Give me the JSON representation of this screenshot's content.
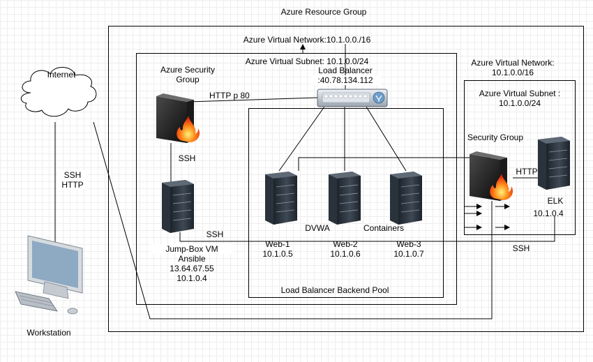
{
  "resource_group": {
    "title": "Azure Resource Group"
  },
  "vnet_main": {
    "title": "Azure Virtual Network:10.1.0.0./16"
  },
  "subnet_main": {
    "title": "Azure Virtual Subnet: 10.1.0.0/24"
  },
  "backend_pool": {
    "title": "Load Balancer Backend Pool"
  },
  "load_balancer": {
    "name": "Load Balancer",
    "ip": ":40.78.134.112"
  },
  "security_group_main": {
    "name_line1": "Azure Security",
    "name_line2": "Group"
  },
  "internet": {
    "label": "Internet"
  },
  "workstation": {
    "label": "Workstation"
  },
  "connections": {
    "http_p80": "HTTP  p 80",
    "ssh_sg_jump": "SSH",
    "ssh_internet": "SSH",
    "http_internet": "HTTP",
    "ssh_jump_web": "SSH",
    "http_sg_elk": "HTTP",
    "ssh_elk": "SSH"
  },
  "jump_box": {
    "line1": "Jump-Box VM",
    "line2": "Ansible",
    "line3": "13.64.67.55",
    "line4": "10.1.0.4"
  },
  "labels": {
    "dvwa": "DVWA",
    "containers": "Containers"
  },
  "servers": [
    {
      "name": "Web-1",
      "ip": "10.1.0.5"
    },
    {
      "name": "Web-2",
      "ip": "10.1.0.6"
    },
    {
      "name": "Web-3",
      "ip": "10.1.0.7"
    }
  ],
  "vnet_elk": {
    "line1": "Azure Virtual Network:",
    "line2": "10.1.0.0/16"
  },
  "subnet_elk": {
    "line1": "Azure Virtual Subnet :",
    "line2": "10.1.0.0/24"
  },
  "security_group_elk": {
    "name": "Security Group"
  },
  "elk": {
    "name": "ELK",
    "ip": "10.1.0.4"
  }
}
